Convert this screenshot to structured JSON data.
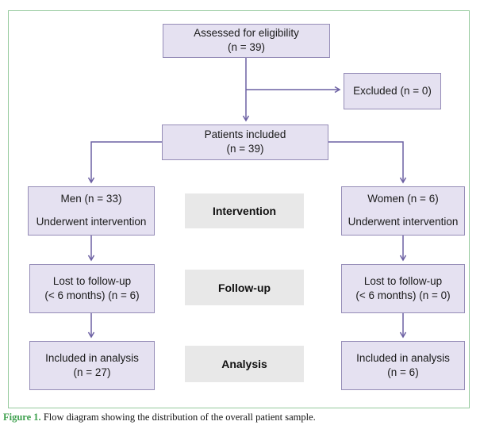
{
  "figure": {
    "caption_label": "Figure 1.",
    "caption_text": " Flow diagram showing the distribution of the overall patient sample."
  },
  "colors": {
    "box-fill": "#e5e1f1",
    "box-border": "#958cb7",
    "arrow-color": "#6c60a3",
    "stage-fill": "#e8e8e8",
    "frame-border": "#94c99c",
    "caption-green": "#3ea04e",
    "text-color": "#1b1b1b"
  },
  "boxes": {
    "assessed": {
      "line1": "Assessed for eligibility",
      "line2": "(n = 39)"
    },
    "excluded": {
      "line1": "Excluded (n = 0)"
    },
    "included": {
      "line1": "Patients included",
      "line2": "(n = 39)"
    },
    "men": {
      "line1": "Men (n = 33)",
      "line2": "Underwent intervention"
    },
    "women": {
      "line1": "Women (n = 6)",
      "line2": "Underwent intervention"
    },
    "lost_men": {
      "line1": "Lost to follow-up",
      "line2": "(< 6 months) (n = 6)"
    },
    "lost_women": {
      "line1": "Lost to follow-up",
      "line2": "(< 6 months) (n = 0)"
    },
    "analysis_men": {
      "line1": "Included in analysis",
      "line2": "(n = 27)"
    },
    "analysis_women": {
      "line1": "Included in analysis",
      "line2": "(n = 6)"
    }
  },
  "stages": {
    "intervention": "Intervention",
    "followup": "Follow-up",
    "analysis": "Analysis"
  }
}
